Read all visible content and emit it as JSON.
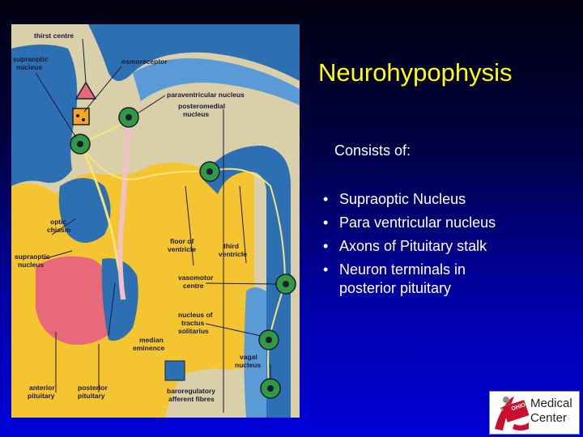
{
  "slide": {
    "title": "Neurohypophysis",
    "intro": "Consists of:",
    "bullets": [
      "Supraoptic Nucleus",
      "Para ventricular nucleus",
      "Axons of Pituitary  stalk",
      "Neuron terminals in"
    ],
    "bullet_continuation": "posterior  pituitary"
  },
  "diagram": {
    "labels": {
      "thirst_centre": "thirst centre",
      "supraoptic_nucleus_top_1": "supraoptic",
      "supraoptic_nucleus_top_2": "nucleus",
      "osmoreceptor": "osmoreceptor",
      "paraventricular_nucleus": "paraventricular nucleus",
      "posteromedial_1": "posteromedial",
      "posteromedial_2": "nucleus",
      "optic_chiasm_1": "optic",
      "optic_chiasm_2": "chiasm",
      "supraoptic_nucleus_left_1": "supraoptic",
      "supraoptic_nucleus_left_2": "nucleus",
      "floor_of_ventricle_1": "floor of",
      "floor_of_ventricle_2": "ventricle",
      "third_ventricle_1": "third",
      "third_ventricle_2": "ventricle",
      "vasomotor_centre_1": "vasomotor",
      "vasomotor_centre_2": "centre",
      "nucleus_tractus_1": "nucleus of",
      "nucleus_tractus_2": "tractus",
      "nucleus_tractus_3": "solitarius",
      "median_eminence_1": "median",
      "median_eminence_2": "eminence",
      "vagal_nucleus_1": "vagal",
      "vagal_nucleus_2": "nucleus",
      "anterior_pituitary_1": "anterior",
      "anterior_pituitary_2": "pituitary",
      "posterior_pituitary_1": "posterior",
      "posterior_pituitary_2": "pituitary",
      "baroregulatory_1": "baroregulatory",
      "baroregulatory_2": "afferent fibres"
    },
    "colors": {
      "background": "#d9cfa8",
      "brain_blue": "#2d6fb3",
      "brain_light_blue": "#5a9ad6",
      "tissue_yellow": "#f5c531",
      "pituitary_pink": "#e86a7a",
      "nucleus_green": "#2f9a3f",
      "label_text": "#1a1a3a"
    }
  },
  "logo": {
    "badge_text": "OHIO STATE",
    "line1": "Medical",
    "line2": "Center",
    "colors": {
      "ribbon": "#c8102e",
      "figure": "#8a8a8a"
    }
  }
}
